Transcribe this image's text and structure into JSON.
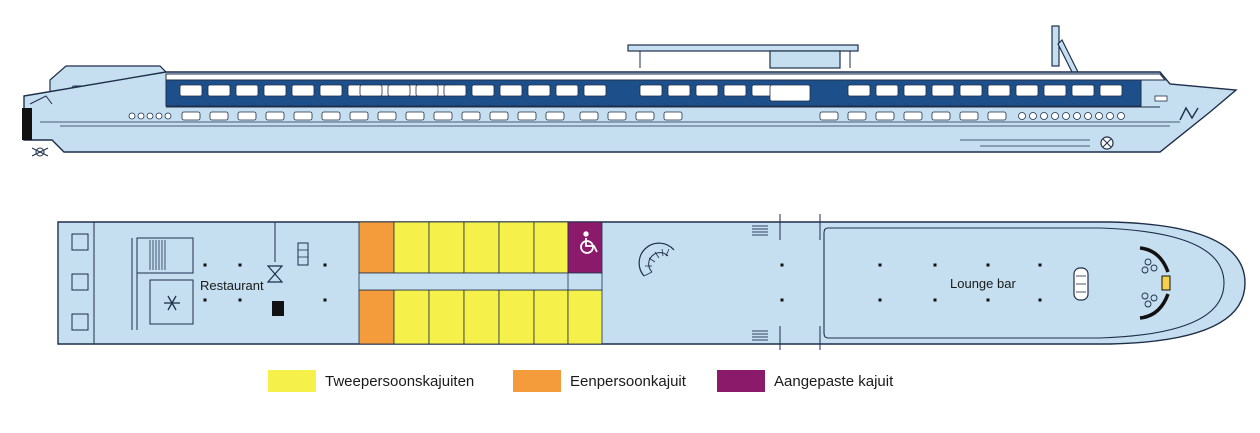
{
  "labels": {
    "restaurant": "Restaurant",
    "lounge": "Lounge bar"
  },
  "legend": [
    {
      "label": "Tweepersoonskajuiten",
      "color": "#f6f14a"
    },
    {
      "label": "Eenpersoonkajuit",
      "color": "#f49c3c"
    },
    {
      "label": "Aangepaste kajuit",
      "color": "#8b1a6b"
    }
  ],
  "colors": {
    "hull": "#c5dff0",
    "outline": "#1f2f4a",
    "window_band": "#1d4f8a",
    "deck_floor": "#c5dff0"
  },
  "icons": {
    "accessible": "wheelchair-icon",
    "freezer": "snowflake-icon",
    "stairs": "spiral-staircase-icon"
  }
}
